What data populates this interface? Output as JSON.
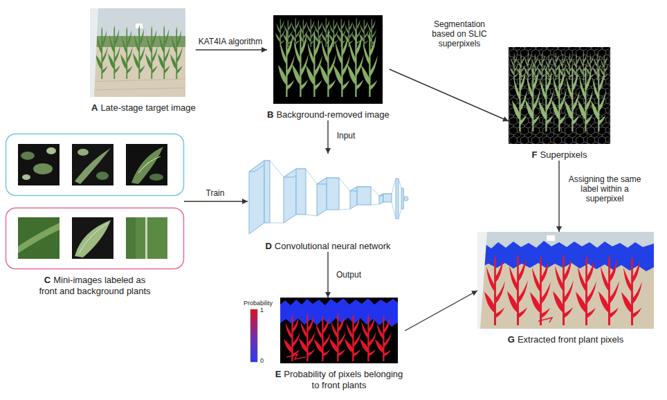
{
  "diagram": {
    "nodes": [
      {
        "text": [
          "A",
          "Late-stage target image"
        ]
      },
      {
        "text": [
          "B",
          "Background-removed image"
        ]
      },
      {
        "text": [
          "F",
          "Superpixels"
        ]
      },
      {
        "text": [
          "C",
          "Mini-images labeled as front and background plants"
        ]
      },
      {
        "text": [
          "D",
          "Convolutional neural network"
        ]
      },
      {
        "text": [
          "E",
          "Probability of pixels belonging to front plants"
        ]
      },
      {
        "text": [
          "G",
          "Extracted front plant pixels"
        ]
      }
    ],
    "edges": [
      {
        "from": 0,
        "to": 1,
        "arrow": "to",
        "label": "KAT4IA algorithm"
      },
      {
        "from": 1,
        "to": 2,
        "arrow": "to",
        "label": "Segmentation based on SLIC superpixels"
      },
      {
        "from": 1,
        "to": 4,
        "arrow": "to",
        "label": "Input"
      },
      {
        "from": 3,
        "to": 4,
        "arrow": "to",
        "label": "Train"
      },
      {
        "from": 4,
        "to": 5,
        "arrow": "to",
        "label": "Output"
      },
      {
        "from": 2,
        "to": 6,
        "arrow": "to",
        "label": "Assigning the same label within a superpixel"
      },
      {
        "from": 5,
        "to": 6,
        "arrow": "to"
      }
    ],
    "labels": [
      "Probability",
      "1",
      "0"
    ]
  }
}
